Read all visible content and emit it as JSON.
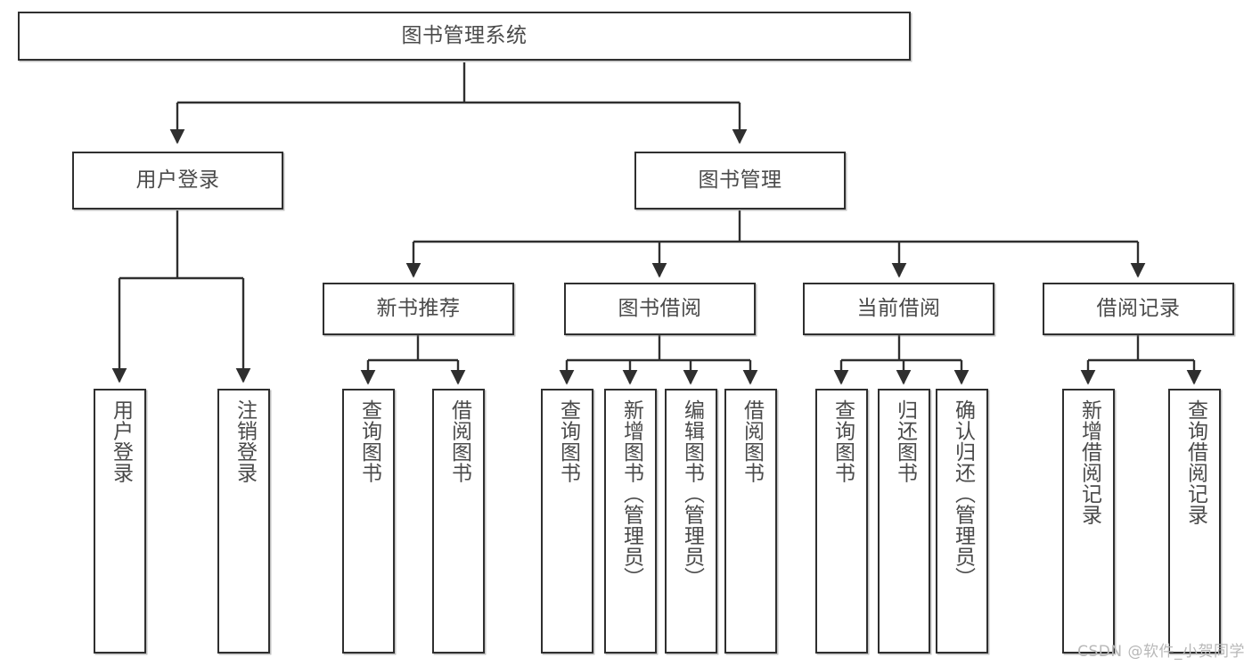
{
  "diagram": {
    "title": "图书管理系统",
    "watermark": "CSDN @软件_小贺同学",
    "line_color": "#2f2f2f",
    "box_fill": "#ffffff",
    "text_color": "#4a4a4a",
    "background": "#ffffff"
  },
  "nodes": {
    "root": {
      "label": "图书管理系统"
    },
    "level2": [
      {
        "label": "用户登录"
      },
      {
        "label": "图书管理"
      }
    ],
    "level3": [
      {
        "label": "新书推荐"
      },
      {
        "label": "图书借阅"
      },
      {
        "label": "当前借阅"
      },
      {
        "label": "借阅记录"
      }
    ],
    "leaves": {
      "user_login": [
        {
          "label": "用户登录"
        },
        {
          "label": "注销登录"
        }
      ],
      "new_book_recommend": [
        {
          "label": "查询图书"
        },
        {
          "label": "借阅图书"
        }
      ],
      "book_borrow": [
        {
          "label": "查询图书"
        },
        {
          "label": "新增图书（管理员）"
        },
        {
          "label": "编辑图书（管理员）"
        },
        {
          "label": "借阅图书"
        }
      ],
      "current_borrow": [
        {
          "label": "查询图书"
        },
        {
          "label": "归还图书"
        },
        {
          "label": "确认归还（管理员）"
        }
      ],
      "borrow_record": [
        {
          "label": "新增借阅记录"
        },
        {
          "label": "查询借阅记录"
        }
      ]
    }
  }
}
